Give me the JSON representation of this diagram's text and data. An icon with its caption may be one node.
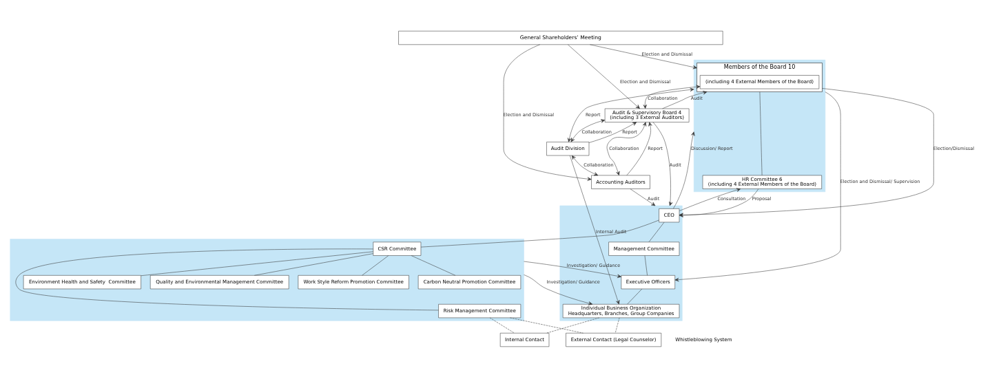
{
  "diagram": {
    "nodes": [
      {
        "text": [
          "General Shareholders’ Meeting"
        ]
      },
      {
        "text": [],
        "shape": "box"
      },
      {
        "text": [
          "Members of the Board 10"
        ],
        "in": 1
      },
      {
        "text": [
          "(including 4 External Members of the Board)"
        ],
        "in": 2
      },
      {
        "text": [
          "HR Committee 6",
          "(including 4 External Members of the Board)"
        ],
        "in": 1
      },
      {
        "text": [
          "Audit & Supervisory Board 4",
          "(including 3 External Auditors)"
        ]
      },
      {
        "text": [
          "Accounting Auditors"
        ]
      },
      {
        "text": [],
        "shape": "box"
      },
      {
        "text": [
          "CEO"
        ],
        "in": 7
      },
      {
        "text": [
          "Management Committee"
        ],
        "in": 7
      },
      {
        "text": [
          "Executive Officers"
        ],
        "in": 7
      },
      {
        "text": [
          "Individual Business Organization",
          "Headquarters, Branches, Group Companies"
        ],
        "in": 7
      },
      {
        "text": [],
        "shape": "box"
      },
      {
        "text": [
          "CSR Committee"
        ],
        "in": 12
      },
      {
        "text": [
          "Risk Management Committee"
        ],
        "in": 12
      },
      {
        "text": [
          "Environment Health and Safety  Committee"
        ],
        "in": 12
      },
      {
        "text": [
          "Quality and Environmental Management Committee"
        ],
        "in": 12
      },
      {
        "text": [
          "Work Style Reform Promotion Committee"
        ],
        "in": 12
      },
      {
        "text": [
          "Carbon Neutral Promotion Committee"
        ],
        "in": 12
      },
      {
        "text": [
          "Audit Division"
        ]
      },
      {
        "text": [
          "Internal Contact"
        ]
      },
      {
        "text": [
          "External Contact (Legal Counselor)"
        ]
      }
    ],
    "edges": [
      {
        "from": 0,
        "to": 2,
        "arrow": "to",
        "label": "Election and Dismissal"
      },
      {
        "from": 0,
        "to": 5,
        "arrow": "to",
        "label": "Election and Dismissal"
      },
      {
        "from": 0,
        "to": 6,
        "arrow": "to",
        "label": "Election and Dismissal"
      },
      {
        "from": 5,
        "to": 2,
        "arrow": "to",
        "label": "Audit"
      },
      {
        "from": 3,
        "to": 5,
        "arrow": "both",
        "label": "Collaboration"
      },
      {
        "from": 6,
        "to": 5,
        "arrow": "to",
        "label": "Report"
      },
      {
        "from": 5,
        "to": 6,
        "arrow": "both",
        "label": "Collaboration"
      },
      {
        "from": 2,
        "to": 4,
        "arrow": "none"
      },
      {
        "from": 2,
        "to": 8,
        "arrow": "to",
        "label": "Election/Dismissal"
      },
      {
        "from": 8,
        "to": 1,
        "arrow": "to",
        "label": "Discussion/ Report"
      },
      {
        "from": 1,
        "to": 10,
        "arrow": "to",
        "label": "Election and Dismissal/ Supervision"
      },
      {
        "from": 19,
        "to": 1,
        "arrow": "both",
        "label": "Report"
      },
      {
        "from": 8,
        "to": 4,
        "arrow": "to",
        "label": "Consultation"
      },
      {
        "from": 4,
        "to": 8,
        "arrow": "to",
        "label": "Proposal"
      },
      {
        "from": 5,
        "to": 7,
        "arrow": "to",
        "label": "Audit"
      },
      {
        "from": 5,
        "to": 19,
        "arrow": "both",
        "label": "Collaboration"
      },
      {
        "from": 19,
        "to": 5,
        "arrow": "to",
        "label": "Report"
      },
      {
        "from": 19,
        "to": 6,
        "arrow": "both",
        "label": "Collaboration"
      },
      {
        "from": 6,
        "to": 7,
        "arrow": "to",
        "label": "Audit"
      },
      {
        "from": 19,
        "to": 11,
        "arrow": "to",
        "label": "Internal Audit"
      },
      {
        "from": 8,
        "to": 9,
        "arrow": "none"
      },
      {
        "from": 9,
        "to": 10,
        "arrow": "none"
      },
      {
        "from": 10,
        "to": 11,
        "arrow": "none"
      },
      {
        "from": 8,
        "to": 13,
        "arrow": "none"
      },
      {
        "from": 13,
        "to": 14,
        "arrow": "none"
      },
      {
        "from": 13,
        "to": 15,
        "arrow": "none"
      },
      {
        "from": 13,
        "to": 16,
        "arrow": "none"
      },
      {
        "from": 13,
        "to": 17,
        "arrow": "none"
      },
      {
        "from": 13,
        "to": 18,
        "arrow": "none"
      },
      {
        "from": 12,
        "to": 10,
        "arrow": "to",
        "label": "Investigation/ Guidance"
      },
      {
        "from": 12,
        "to": 11,
        "arrow": "to",
        "label": "Investigation/ Guidance"
      },
      {
        "from": 14,
        "to": 20,
        "arrow": "none",
        "style": "dashed"
      },
      {
        "from": 14,
        "to": 21,
        "arrow": "none",
        "style": "dashed"
      },
      {
        "from": 11,
        "to": 20,
        "arrow": "none",
        "style": "dashed"
      },
      {
        "from": 11,
        "to": 21,
        "arrow": "none",
        "style": "dashed"
      }
    ],
    "labels": [
      "Whistleblowing System"
    ]
  }
}
